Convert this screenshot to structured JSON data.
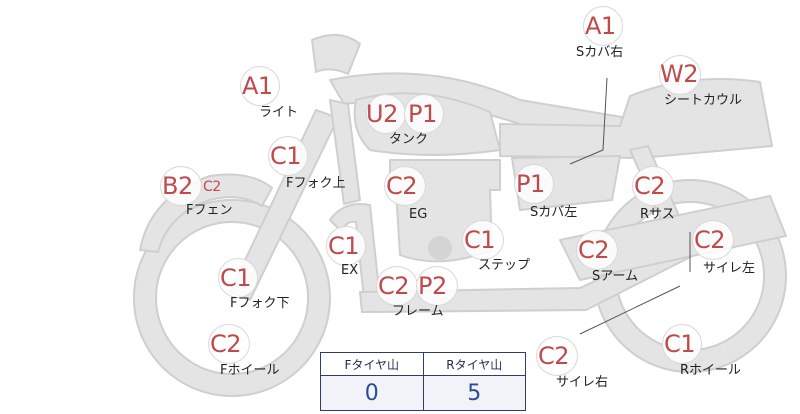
{
  "parts": [
    {
      "id": "light",
      "label": "ライト",
      "grades": [
        "A1"
      ]
    },
    {
      "id": "tank",
      "label": "タンク",
      "grades": [
        "U2",
        "P1"
      ]
    },
    {
      "id": "side-cover-right",
      "label": "Sカバ右",
      "grades": [
        "A1"
      ]
    },
    {
      "id": "seat-cowl",
      "label": "シートカウル",
      "grades": [
        "W2"
      ]
    },
    {
      "id": "front-fork-upper",
      "label": "Fフォク上",
      "grades": [
        "C1"
      ]
    },
    {
      "id": "front-fender",
      "label": "Fフェン",
      "grades": [
        "B2",
        "C2"
      ]
    },
    {
      "id": "engine",
      "label": "EG",
      "grades": [
        "C2"
      ]
    },
    {
      "id": "side-cover-left",
      "label": "Sカバ左",
      "grades": [
        "P1"
      ]
    },
    {
      "id": "rear-suspension",
      "label": "Rサス",
      "grades": [
        "C2"
      ]
    },
    {
      "id": "exhaust",
      "label": "EX",
      "grades": [
        "C1"
      ]
    },
    {
      "id": "step",
      "label": "ステップ",
      "grades": [
        "C1"
      ]
    },
    {
      "id": "swingarm",
      "label": "Sアーム",
      "grades": [
        "C2"
      ]
    },
    {
      "id": "muffler-left",
      "label": "サイレ左",
      "grades": [
        "C2"
      ]
    },
    {
      "id": "front-fork-lower",
      "label": "Fフォク下",
      "grades": [
        "C1"
      ]
    },
    {
      "id": "frame",
      "label": "フレーム",
      "grades": [
        "C2",
        "P2"
      ]
    },
    {
      "id": "front-wheel",
      "label": "Fホイール",
      "grades": [
        "C2"
      ]
    },
    {
      "id": "muffler-right",
      "label": "サイレ右",
      "grades": [
        "C2"
      ]
    },
    {
      "id": "rear-wheel",
      "label": "Rホイール",
      "grades": [
        "C1"
      ]
    }
  ],
  "tire_tread": {
    "front_label": "Fタイヤ山",
    "front_value": "0",
    "rear_label": "Rタイヤ山",
    "rear_value": "5"
  },
  "colors": {
    "grade": "#c0494c",
    "silhouette": "#e4e4e4",
    "outline": "#cfcfcf",
    "table_border": "#2c3f6a",
    "table_value": "#2c4a9a"
  }
}
